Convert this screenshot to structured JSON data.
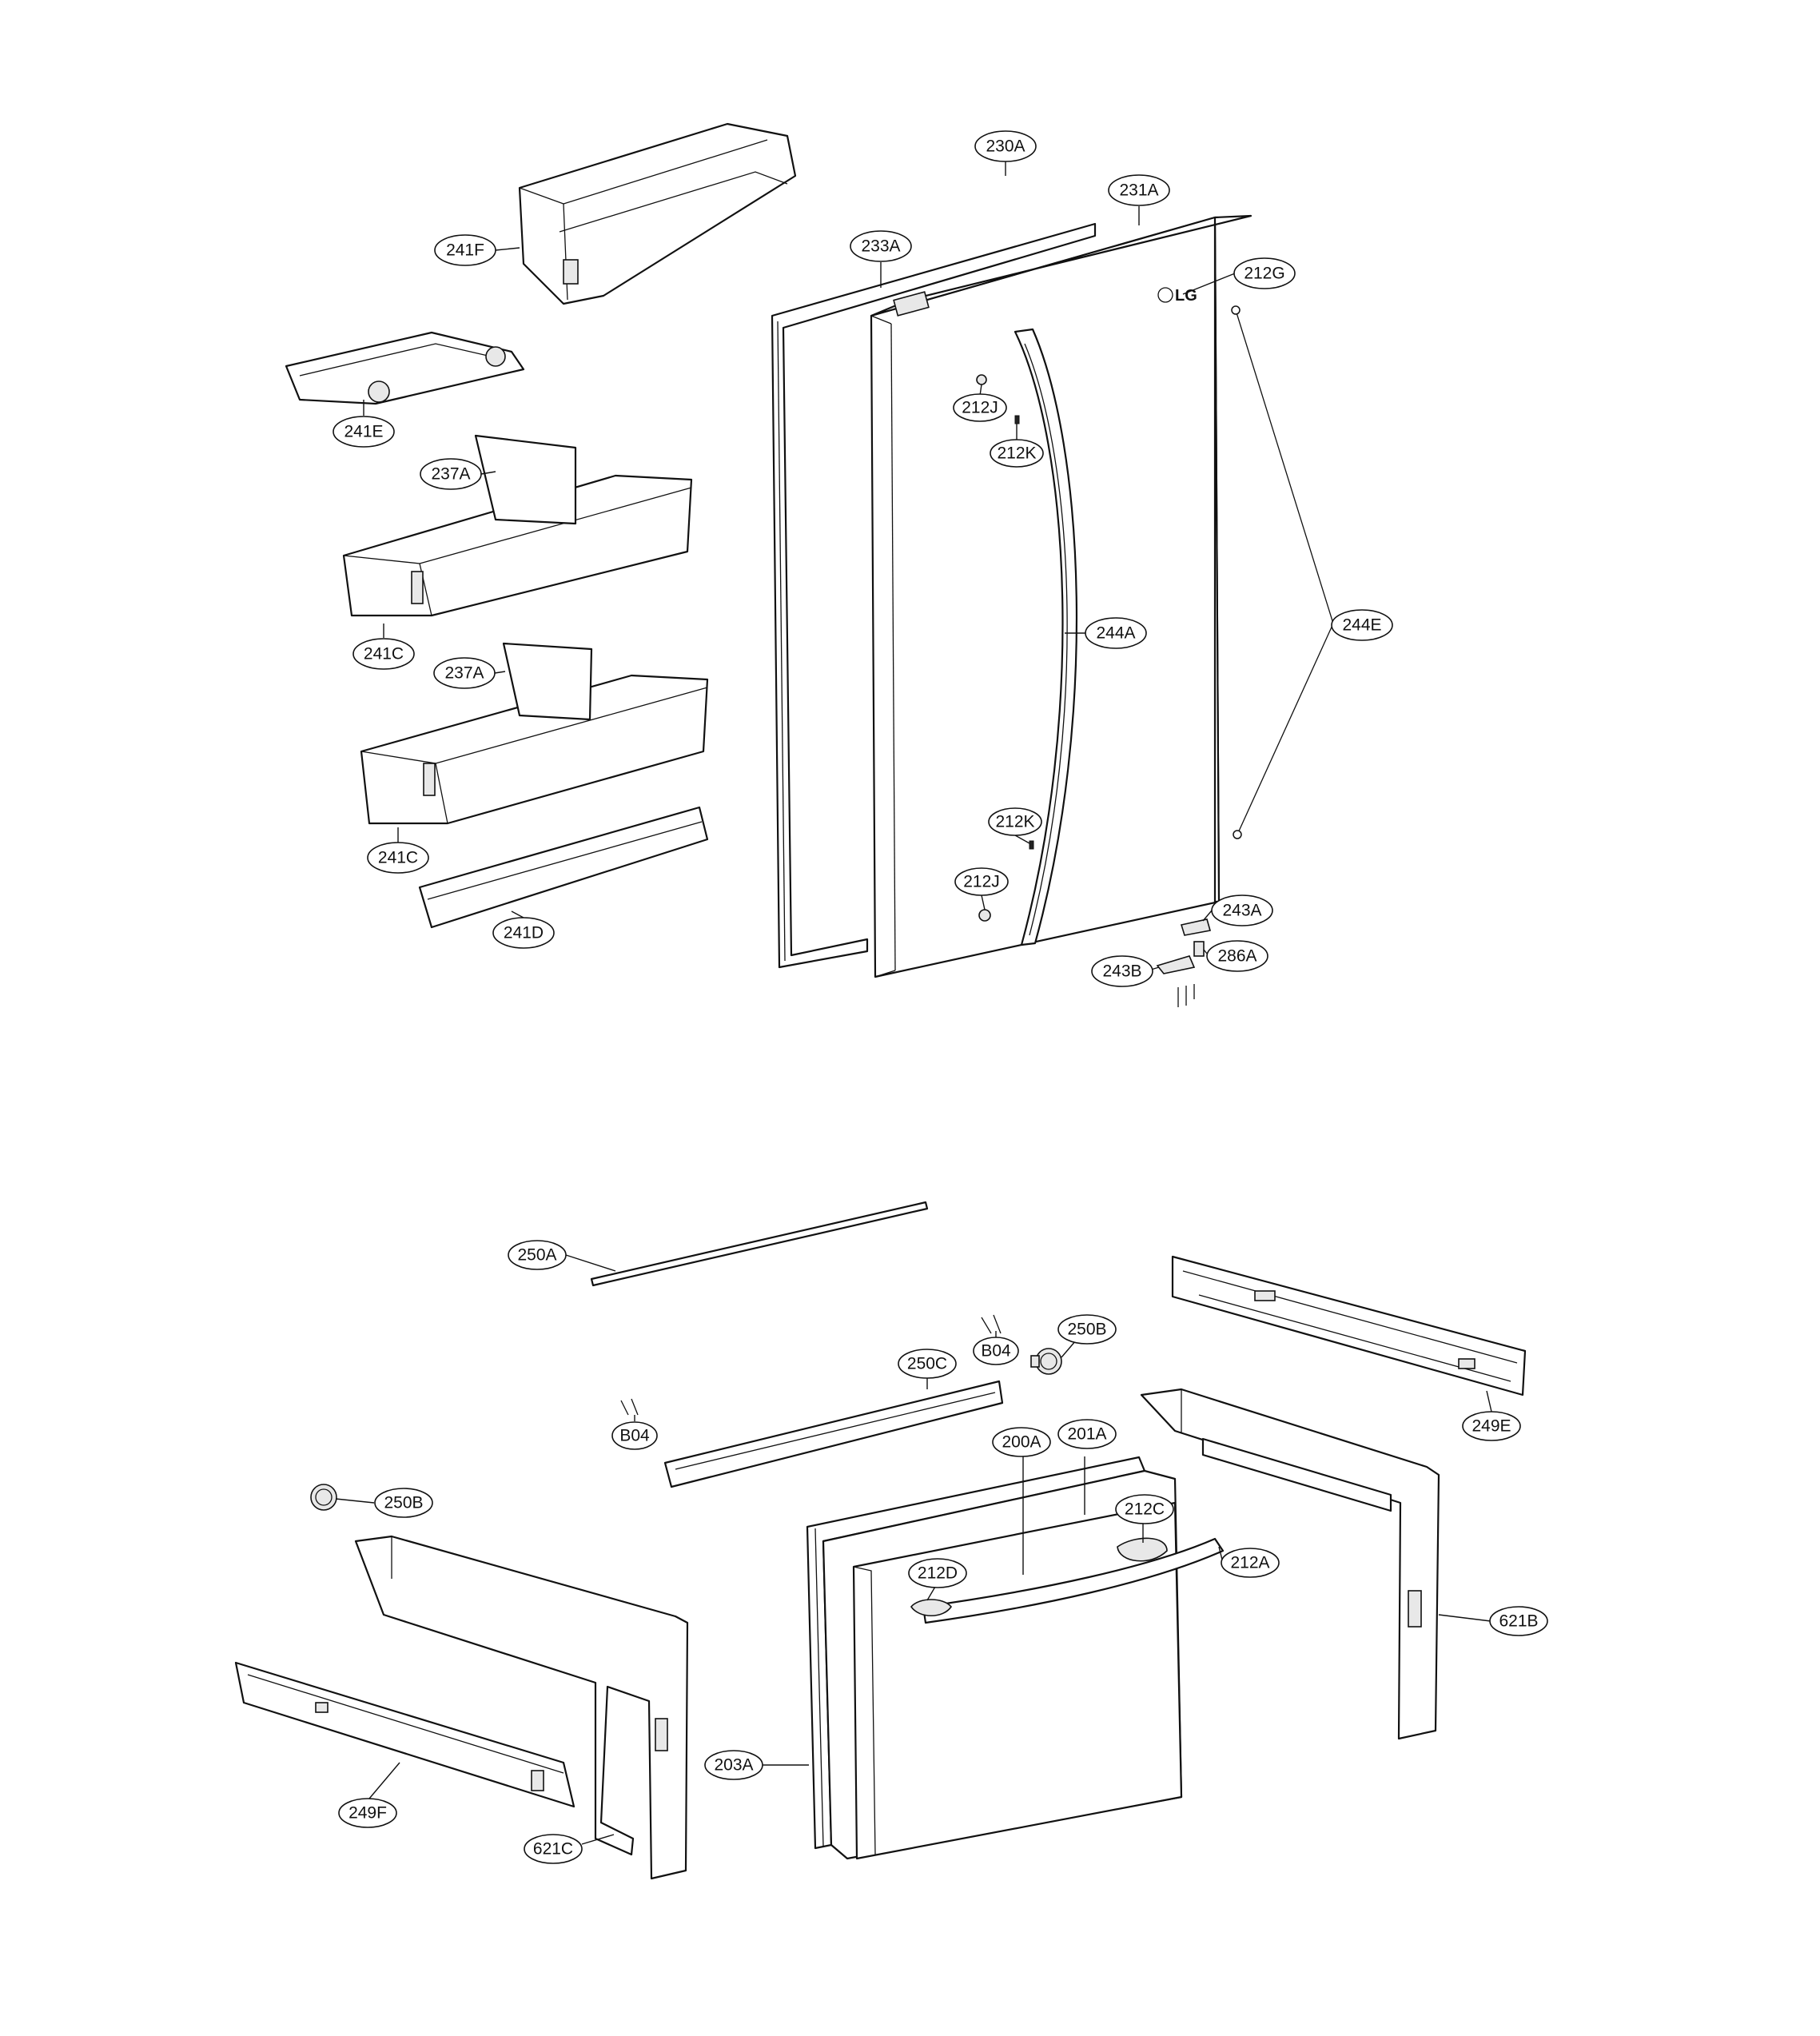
{
  "diagram": {
    "brand_logo": "LG",
    "labels": [
      {
        "id": "230A",
        "text": "230A"
      },
      {
        "id": "231A",
        "text": "231A"
      },
      {
        "id": "241F",
        "text": "241F"
      },
      {
        "id": "233A",
        "text": "233A"
      },
      {
        "id": "212G",
        "text": "212G"
      },
      {
        "id": "241E",
        "text": "241E"
      },
      {
        "id": "212J-top",
        "text": "212J"
      },
      {
        "id": "212K-top",
        "text": "212K"
      },
      {
        "id": "237A-top",
        "text": "237A"
      },
      {
        "id": "244A",
        "text": "244A"
      },
      {
        "id": "244E",
        "text": "244E"
      },
      {
        "id": "241C-top",
        "text": "241C"
      },
      {
        "id": "237A-bottom",
        "text": "237A"
      },
      {
        "id": "212K-bottom",
        "text": "212K"
      },
      {
        "id": "241C-bottom",
        "text": "241C"
      },
      {
        "id": "212J-bottom",
        "text": "212J"
      },
      {
        "id": "243A",
        "text": "243A"
      },
      {
        "id": "241D",
        "text": "241D"
      },
      {
        "id": "286A",
        "text": "286A"
      },
      {
        "id": "243B",
        "text": "243B"
      },
      {
        "id": "250A",
        "text": "250A"
      },
      {
        "id": "250B-top",
        "text": "250B"
      },
      {
        "id": "B04-top",
        "text": "B04"
      },
      {
        "id": "250C",
        "text": "250C"
      },
      {
        "id": "249E",
        "text": "249E"
      },
      {
        "id": "B04-left",
        "text": "B04"
      },
      {
        "id": "200A",
        "text": "200A"
      },
      {
        "id": "201A",
        "text": "201A"
      },
      {
        "id": "250B-left",
        "text": "250B"
      },
      {
        "id": "212C",
        "text": "212C"
      },
      {
        "id": "212A",
        "text": "212A"
      },
      {
        "id": "212D",
        "text": "212D"
      },
      {
        "id": "621B",
        "text": "621B"
      },
      {
        "id": "203A",
        "text": "203A"
      },
      {
        "id": "249F",
        "text": "249F"
      },
      {
        "id": "621C",
        "text": "621C"
      }
    ]
  }
}
